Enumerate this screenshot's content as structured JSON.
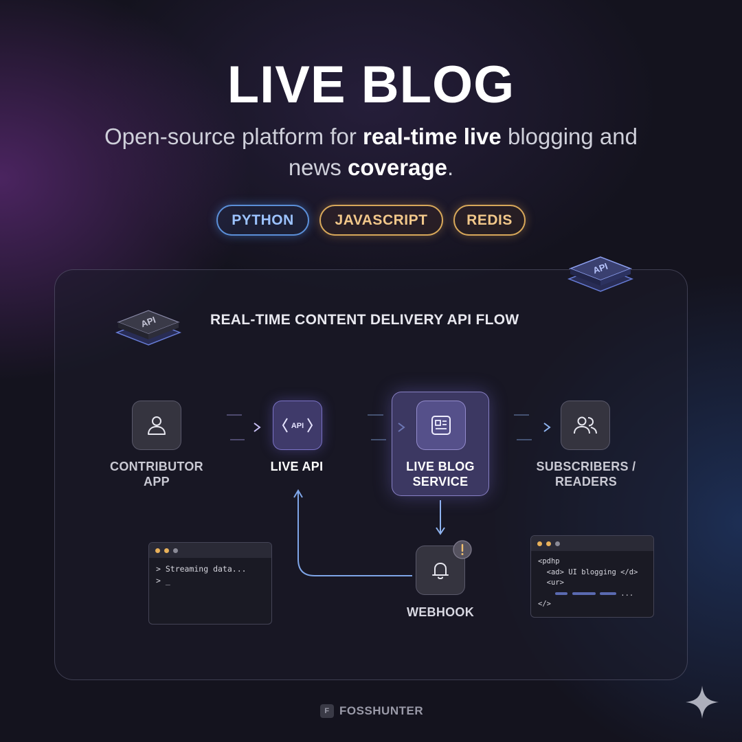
{
  "header": {
    "title": "LIVE BLOG",
    "subtitle": {
      "part1": "Open-source platform for ",
      "bold1": "real-time live",
      "part2": " blogging and news ",
      "bold2": "coverage",
      "part3": "."
    },
    "tags": [
      "PYTHON",
      "JAVASCRIPT",
      "REDIS"
    ]
  },
  "diagram": {
    "title": "REAL-TIME CONTENT DELIVERY API FLOW",
    "api_badge": "API",
    "nodes": {
      "contributor": "CONTRIBUTOR APP",
      "live_api": "LIVE API",
      "live_api_icon_text": "API",
      "service": "LIVE BLOG SERVICE",
      "subscribers": "SUBSCRIBERS / READERS",
      "webhook": "WEBHOOK"
    },
    "terminal": {
      "line1": "> Streaming data...",
      "line2": "> _"
    },
    "code": {
      "line1": "<pdhp",
      "line2": "  <ad> UI blogging </d>",
      "line3": "  <ur>",
      "line4_suffix": "...",
      "line5": "</>"
    },
    "colors": {
      "flow": "#8fb4f0",
      "accent": "#8a7ff0"
    }
  },
  "footer": {
    "brand": "FOSSHUNTER"
  }
}
